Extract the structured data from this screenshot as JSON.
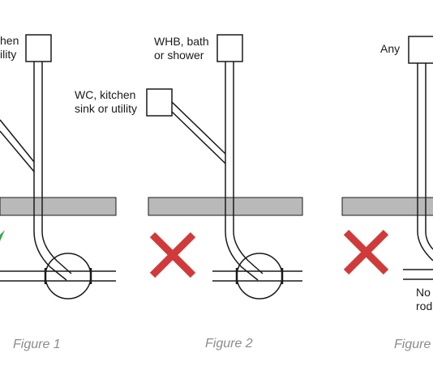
{
  "figures": [
    {
      "caption": "Figure 1",
      "labels": [
        "hen\nility"
      ],
      "verdict": "tick",
      "verdict_color": "#3aa64a"
    },
    {
      "caption": "Figure 2",
      "labels": [
        "WHB, bath\nor shower",
        "WC, kitchen\nsink or utility"
      ],
      "verdict": "cross",
      "verdict_color": "#d03a3a"
    },
    {
      "caption": "Figure",
      "labels": [
        "Any",
        "No\nrod"
      ],
      "verdict": "cross",
      "verdict_color": "#d03a3a"
    }
  ],
  "colors": {
    "floor_slab": "#b9b9b9",
    "stroke": "#1a1a1a",
    "caption_text": "#8c8c8c"
  }
}
